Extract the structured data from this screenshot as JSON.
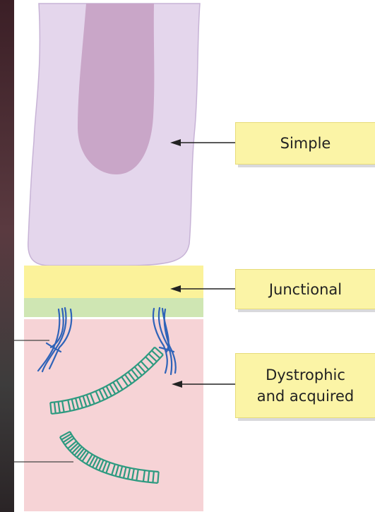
{
  "labels": {
    "simple": "Simple",
    "junctional": "Junctional",
    "dystrophic_line1": "Dystrophic",
    "dystrophic_line2": "and acquired"
  },
  "colors": {
    "cell_body": "#e4d6ec",
    "cell_outline": "#c7b3d6",
    "nucleus": "#c9a6c8",
    "junctional_layer": "#fbf29a",
    "basal_lamina": "#cfe6b3",
    "dermis": "#f6d3d6",
    "anchoring_fibrils": "#2f63b8",
    "collagen": "#2e9a80",
    "label_fill": "#fbf4a6",
    "photo_strip": "#4a3036"
  }
}
